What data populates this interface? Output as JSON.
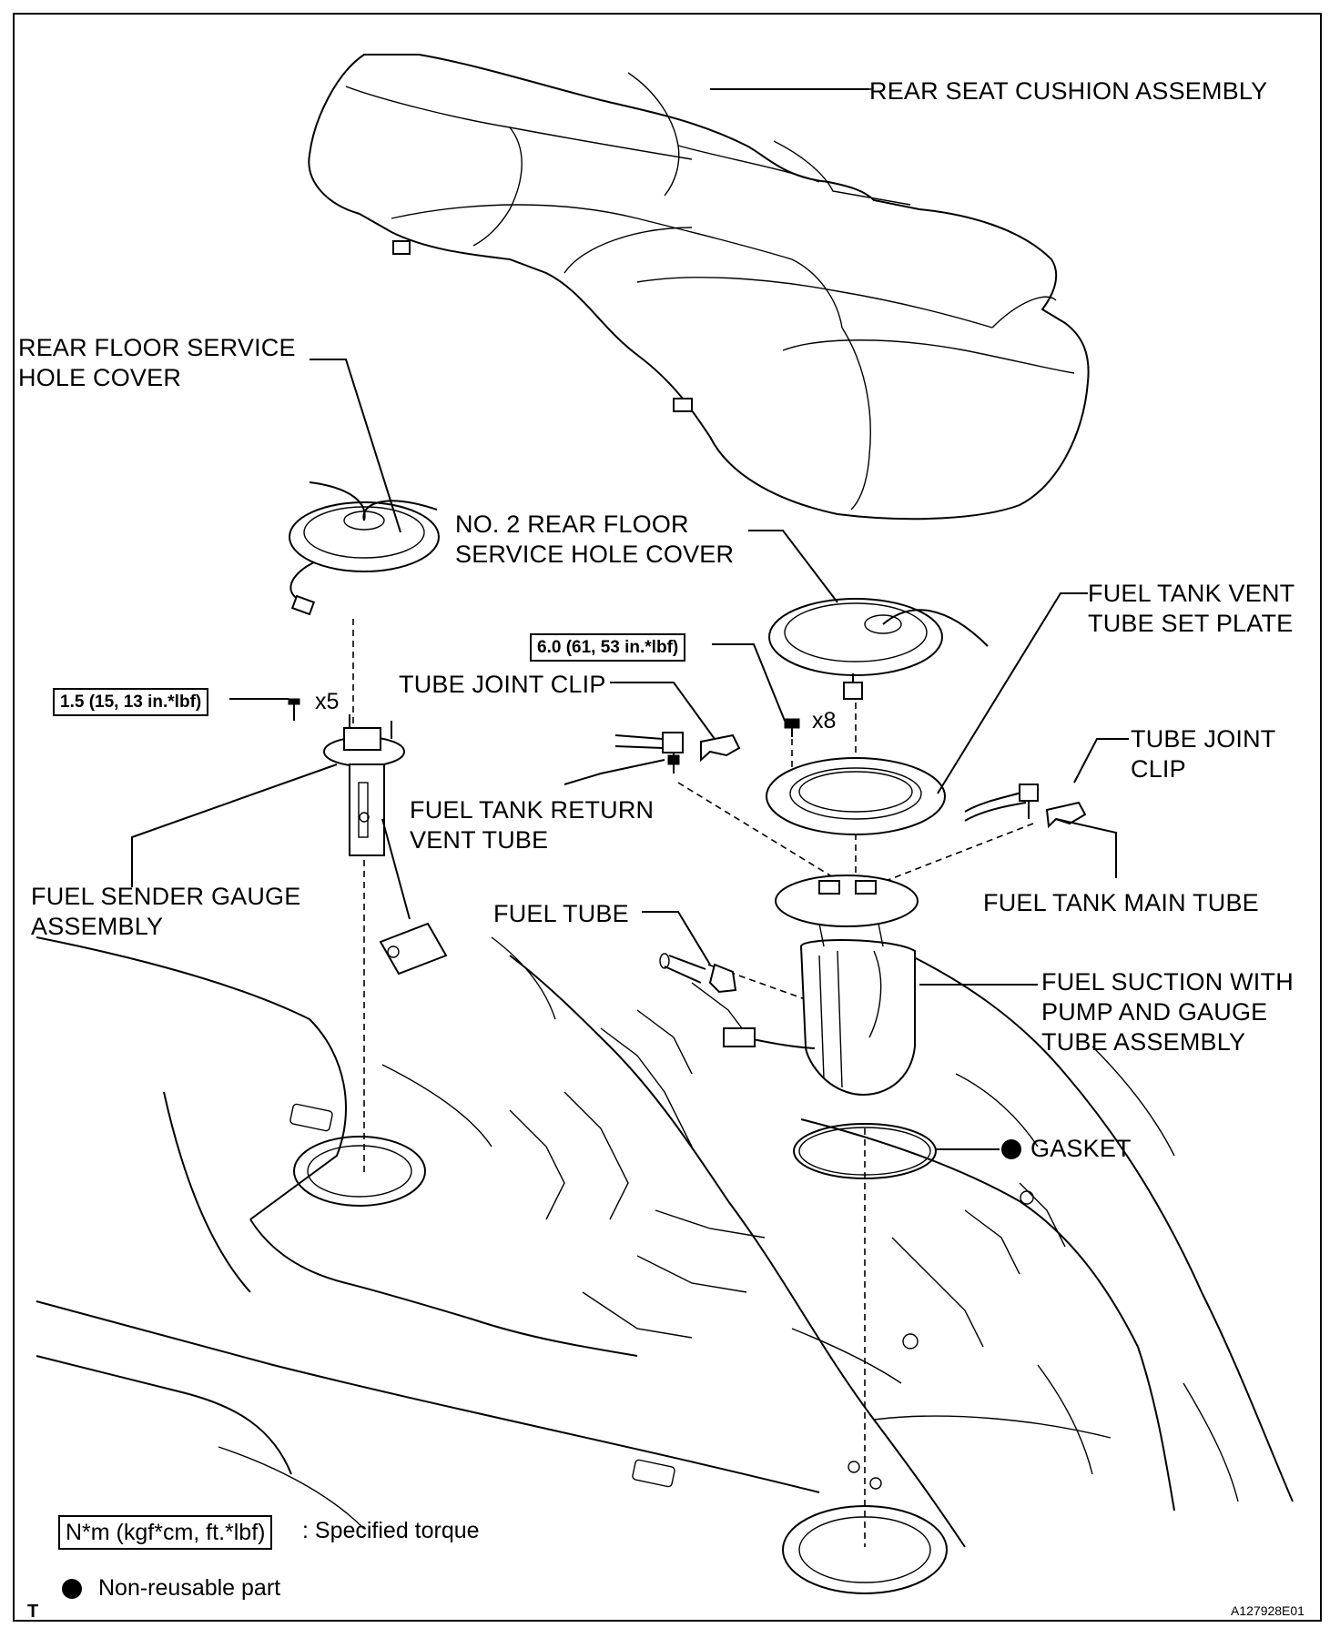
{
  "labels": {
    "rear_seat_cushion": "REAR SEAT CUSHION ASSEMBLY",
    "rear_floor_service_hole_cover": "REAR FLOOR SERVICE\nHOLE COVER",
    "no2_rear_floor_service_hole_cover": "NO. 2 REAR FLOOR\nSERVICE HOLE COVER",
    "fuel_tank_vent_tube_set_plate": "FUEL TANK VENT\nTUBE SET PLATE",
    "tube_joint_clip_left": "TUBE JOINT CLIP",
    "tube_joint_clip_right": "TUBE JOINT\nCLIP",
    "fuel_tank_return_vent_tube": "FUEL TANK RETURN\nVENT TUBE",
    "fuel_sender_gauge_assembly": "FUEL SENDER GAUGE\nASSEMBLY",
    "fuel_tank_main_tube": "FUEL TANK MAIN TUBE",
    "fuel_tube": "FUEL TUBE",
    "fuel_suction_assembly": "FUEL SUCTION WITH\nPUMP AND GAUGE\nTUBE ASSEMBLY",
    "gasket": "GASKET"
  },
  "torques": {
    "sender_bolts": "1.5 (15, 13 in.*lbf)",
    "set_plate_bolts": "6.0 (61, 53 in.*lbf)"
  },
  "quantities": {
    "sender_bolts": "x5",
    "set_plate_bolts": "x8"
  },
  "legend": {
    "torque_box": "N*m (kgf*cm, ft.*lbf)",
    "torque_desc": ": Specified torque",
    "nonreusable_desc": "Non-reusable part"
  },
  "corner": {
    "left": "T",
    "code": "A127928E01"
  }
}
